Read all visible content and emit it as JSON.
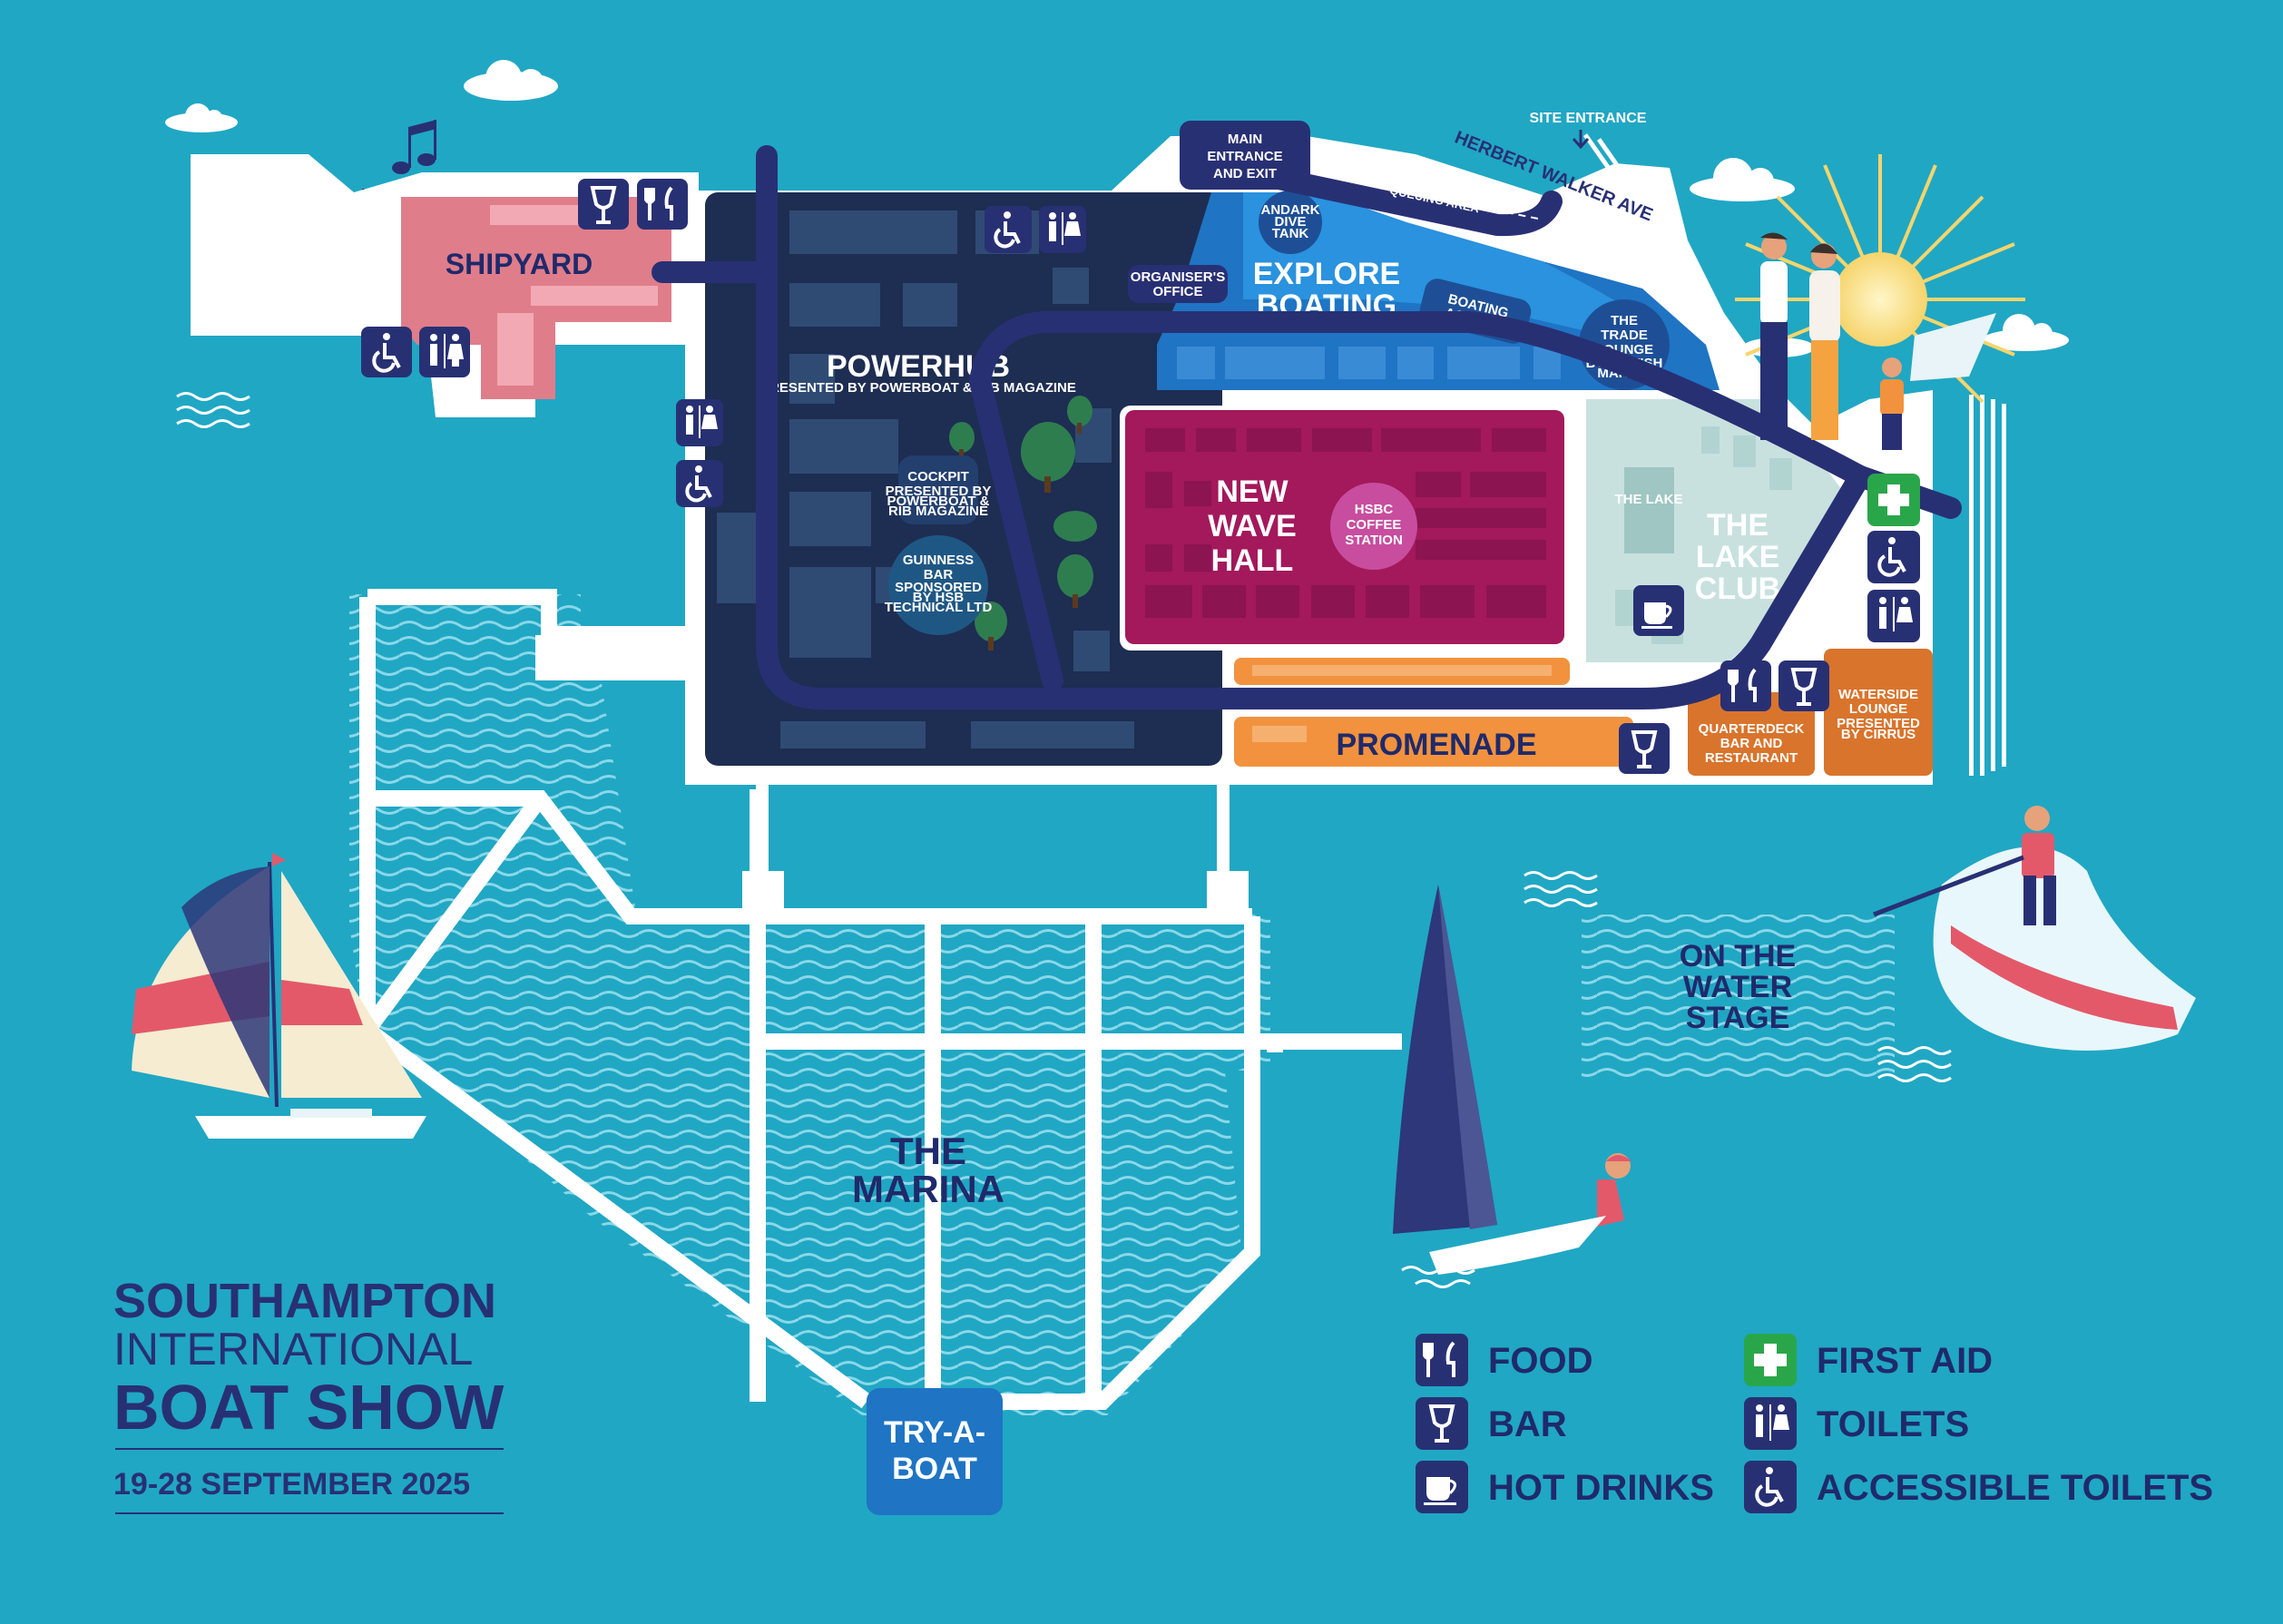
{
  "zones": {
    "shipyard": "SHIPYARD",
    "powerhub": "POWERHUB",
    "powerhub_sub": "PRESENTED BY POWERBOAT & RIB MAGAZINE",
    "cockpit": "COCKPIT",
    "cockpit_sub": [
      "PRESENTED BY",
      "POWERBOAT &",
      "RIB MAGAZINE"
    ],
    "guinness": [
      "GUINNESS",
      "BAR"
    ],
    "guinness_sub": [
      "SPONSORED",
      "BY HSB",
      "TECHNICAL LTD"
    ],
    "new_wave_hall": [
      "NEW",
      "WAVE",
      "HALL"
    ],
    "hsbc": [
      "HSBC",
      "COFFEE",
      "STATION"
    ],
    "explore_boating": [
      "EXPLORE",
      "BOATING"
    ],
    "andark": [
      "ANDARK",
      "DIVE",
      "TANK"
    ],
    "organisers_office": [
      "ORGANISER'S",
      "OFFICE"
    ],
    "boating_academy": [
      "BOATING",
      "ACADEMY"
    ],
    "trade_lounge": [
      "THE",
      "TRADE",
      "LOUNGE"
    ],
    "trade_lounge_sub": [
      "BY BRITISH",
      "MARINE"
    ],
    "the_lake": "THE LAKE",
    "lake_club": [
      "THE",
      "LAKE",
      "CLUB"
    ],
    "promenade": "PROMENADE",
    "quarterdeck": [
      "QUARTERDECK",
      "BAR AND",
      "RESTAURANT"
    ],
    "waterside": [
      "WATERSIDE",
      "LOUNGE"
    ],
    "waterside_sub": [
      "PRESENTED",
      "BY CIRRUS"
    ],
    "main_entrance": [
      "MAIN",
      "ENTRANCE",
      "AND EXIT"
    ],
    "site_entrance": "SITE ENTRANCE",
    "herbert_walker": "HERBERT WALKER AVE",
    "queuing_area": "QUEUING AREA",
    "marina": [
      "THE",
      "MARINA"
    ],
    "try_a_boat": [
      "TRY-A-",
      "BOAT"
    ],
    "water_stage": [
      "ON THE",
      "WATER",
      "STAGE"
    ]
  },
  "title": {
    "line1": "SOUTHAMPTON",
    "line2": "INTERNATIONAL",
    "line3": "BOAT SHOW",
    "dates": "19-28 SEPTEMBER 2025"
  },
  "legend": {
    "food": "FOOD",
    "bar": "BAR",
    "hot_drinks": "HOT DRINKS",
    "first_aid": "FIRST AID",
    "toilets": "TOILETS",
    "accessible_toilets": "ACCESSIBLE TOILETS"
  },
  "colors": {
    "sea": "#20a7c4",
    "navy": "#283074",
    "powerhub": "#1e2d52",
    "shipyard": "#e07d8b",
    "new_wave_hall": "#a3195b",
    "explore_boating": "#1f74c4",
    "promenade": "#f2923e",
    "quarterdeck": "#d9742c",
    "first_aid": "#2aa64a",
    "lake": "#c8e1df",
    "water_light": "#7fd2e3"
  }
}
